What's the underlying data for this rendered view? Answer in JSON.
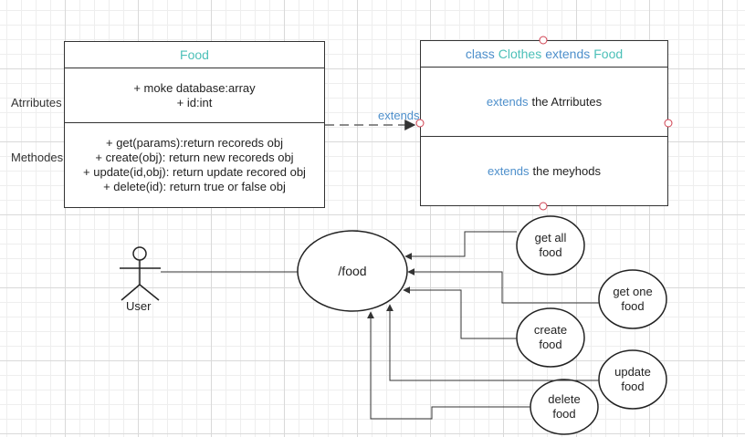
{
  "class_food": {
    "title": "Food",
    "attributes": [
      "+ moke database:array",
      "+ id:int"
    ],
    "methods": [
      "+ get(params):return recoreds obj",
      "+ create(obj): return new recoreds obj",
      "+ update(id,obj): return update recored obj",
      "+ delete(id): return true or false obj"
    ]
  },
  "side_labels": {
    "attributes": "Atrributes",
    "methods": "Methodes"
  },
  "class_clothes": {
    "title_parts": [
      "class",
      "Clothes",
      "extends",
      "Food"
    ],
    "attributes_note": [
      "extends",
      "the Atrributes"
    ],
    "methods_note": [
      "extends",
      "the meyhods"
    ]
  },
  "connector_label": "extends",
  "actor": {
    "label": "User"
  },
  "endpoint": {
    "label": "/food"
  },
  "use_cases": [
    [
      "get all",
      "food"
    ],
    [
      "get one",
      "food"
    ],
    [
      "create",
      "food"
    ],
    [
      "update",
      "food"
    ],
    [
      "delete",
      "food"
    ]
  ],
  "colors": {
    "keyword": "#4d8fcb",
    "name": "#4cc0b8",
    "line": "#333333",
    "anchor": "#d04050"
  }
}
